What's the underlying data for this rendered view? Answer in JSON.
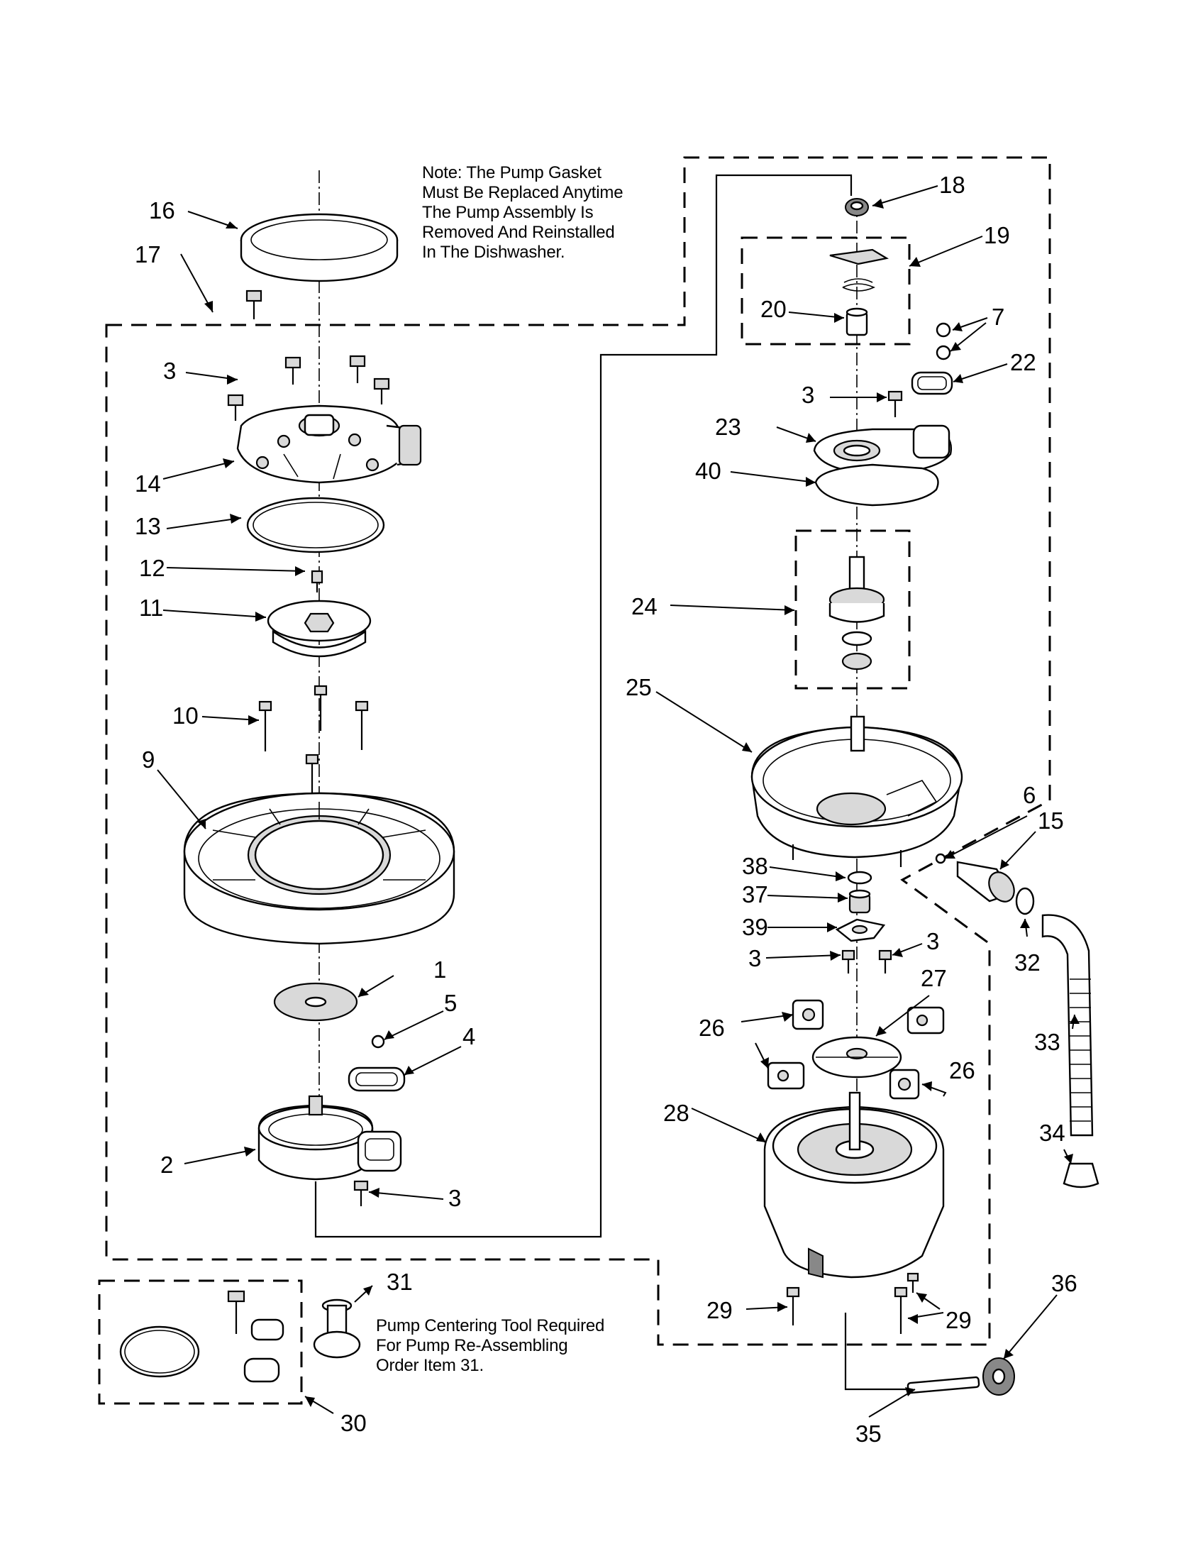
{
  "notes": {
    "gasket": [
      "Note: The Pump Gasket",
      "Must Be Replaced Anytime",
      "The Pump Assembly Is",
      "Removed And Reinstalled",
      "In The Dishwasher."
    ],
    "tool": [
      "Pump Centering Tool Required",
      "For Pump Re-Assembling",
      "Order Item 31."
    ]
  },
  "callouts": {
    "c16": "16",
    "c17": "17",
    "c3a": "3",
    "c14": "14",
    "c13": "13",
    "c12": "12",
    "c11": "11",
    "c10": "10",
    "c9": "9",
    "c1": "1",
    "c5": "5",
    "c4": "4",
    "c2": "2",
    "c3b": "3",
    "c18": "18",
    "c19": "19",
    "c20": "20",
    "c7": "7",
    "c22": "22",
    "c3c": "3",
    "c23": "23",
    "c40": "40",
    "c24": "24",
    "c25": "25",
    "c6": "6",
    "c15": "15",
    "c38": "38",
    "c37": "37",
    "c39": "39",
    "c3d": "3",
    "c3e": "3",
    "c27": "27",
    "c26a": "26",
    "c26b": "26",
    "c32": "32",
    "c33": "33",
    "c28": "28",
    "c34": "34",
    "c29a": "29",
    "c29b": "29",
    "c36": "36",
    "c35": "35",
    "c31": "31",
    "c30": "30"
  }
}
